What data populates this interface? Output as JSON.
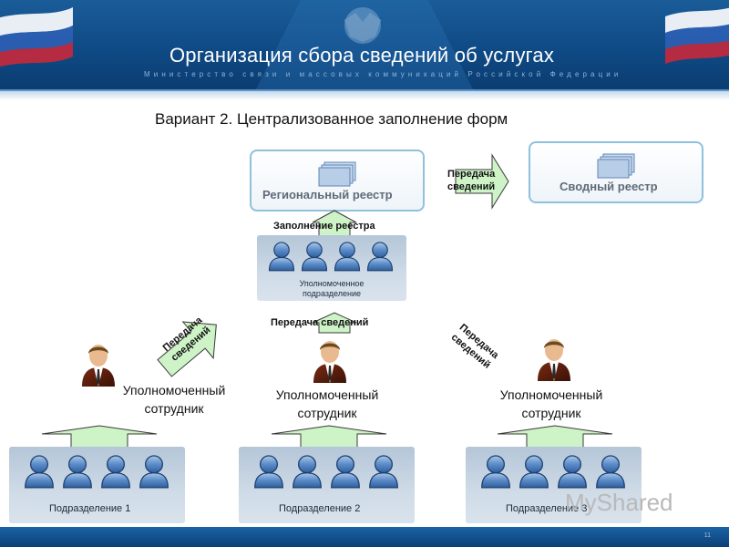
{
  "header": {
    "title": "Организация сбора сведений об услугах",
    "subtitle": "Министерство связи и массовых коммуникаций Российской Федерации"
  },
  "variant_title": "Вариант 2. Централизованное заполнение форм",
  "regional_registry": {
    "label": "Региональный реестр"
  },
  "summary_registry": {
    "label": "Сводный реестр"
  },
  "authorized_unit": {
    "label": "Уполномоченное подразделение"
  },
  "arrow_labels": {
    "transfer_top": "Передача сведений",
    "fill_registry": "Заполнение реестра",
    "transfer_middle": "Передача сведений",
    "transfer_left": "Передача сведений",
    "transfer_right": "Передача сведений"
  },
  "employees": [
    {
      "label": "Уполномоченный сотрудник"
    },
    {
      "label": "Уполномоченный сотрудник"
    },
    {
      "label": "Уполномоченный сотрудник"
    }
  ],
  "departments": [
    {
      "label": "Подразделение 1"
    },
    {
      "label": "Подразделение 2"
    },
    {
      "label": "Подразделение 3"
    }
  ],
  "watermark": "MyShared",
  "page_number": "11",
  "colors": {
    "header_blue": "#0f4a85",
    "arrow_green": "#cdf3c6",
    "box_border": "#8fc1dc",
    "person_blue": "#5a89c6"
  }
}
